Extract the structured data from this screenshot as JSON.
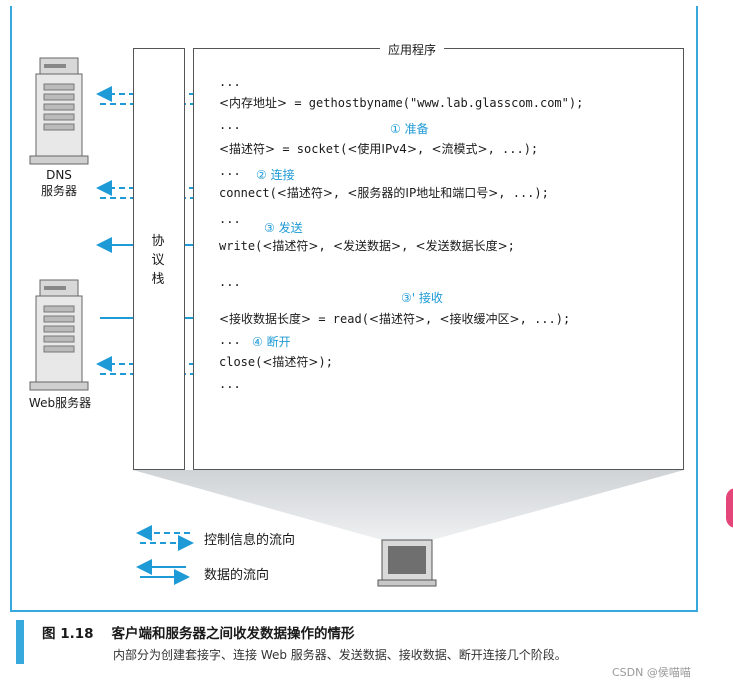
{
  "app_title": "应用程序",
  "protocol_stack_chars": [
    "协",
    "议",
    "栈"
  ],
  "servers": {
    "dns": {
      "line1": "DNS",
      "line2": "服务器"
    },
    "web": "Web服务器"
  },
  "code": {
    "l1": "...",
    "l2_cjk": "<内存地址>",
    "l2_code": " = gethostbyname(\"www.lab.glasscom.com\");",
    "l3": "...",
    "l4_cjk": "<描述符>",
    "l4_code": " = socket(",
    "l4_arg1": "<使用IPv4>",
    "l4_sep": ", ",
    "l4_arg2": "<流模式>",
    "l4_end": ", ...);",
    "l5": "...",
    "l6_code": "connect(",
    "l6_arg1": "<描述符>",
    "l6_sep": ", ",
    "l6_arg2": "<服务器的IP地址和端口号>",
    "l6_end": ", ...);",
    "l7": "...",
    "l8_code": "write(",
    "l8_arg1": "<描述符>",
    "l8_sep": ", ",
    "l8_arg2": "<发送数据>",
    "l8_sep2": ", ",
    "l8_arg3": "<发送数据长度>",
    "l8_end": ";",
    "l9": "...",
    "l10_cjk": "<接收数据长度>",
    "l10_code": " = read(",
    "l10_arg1": "<描述符>",
    "l10_sep": ", ",
    "l10_arg2": "<接收缓冲区>",
    "l10_end": ", ...);",
    "l11": "...",
    "l12_code": "close(",
    "l12_arg1": "<描述符>",
    "l12_end": ");",
    "l13": "..."
  },
  "steps": {
    "s1": "① 准备",
    "s2": "② 连接",
    "s3": "③ 发送",
    "s3b": "③' 接收",
    "s4": "④ 断开"
  },
  "legend": {
    "control": "控制信息的流向",
    "data": "数据的流向"
  },
  "caption": {
    "number": "图 1.18",
    "title": "客户端和服务器之间收发数据操作的情形",
    "subtitle": "内部分为创建套接字、连接 Web 服务器、发送数据、接收数据、断开连接几个阶段。"
  },
  "watermark": "CSDN @侯喵喵",
  "colors": {
    "accent": "#1e9ad6",
    "frame": "#38a9dc",
    "box_border": "#555555"
  }
}
